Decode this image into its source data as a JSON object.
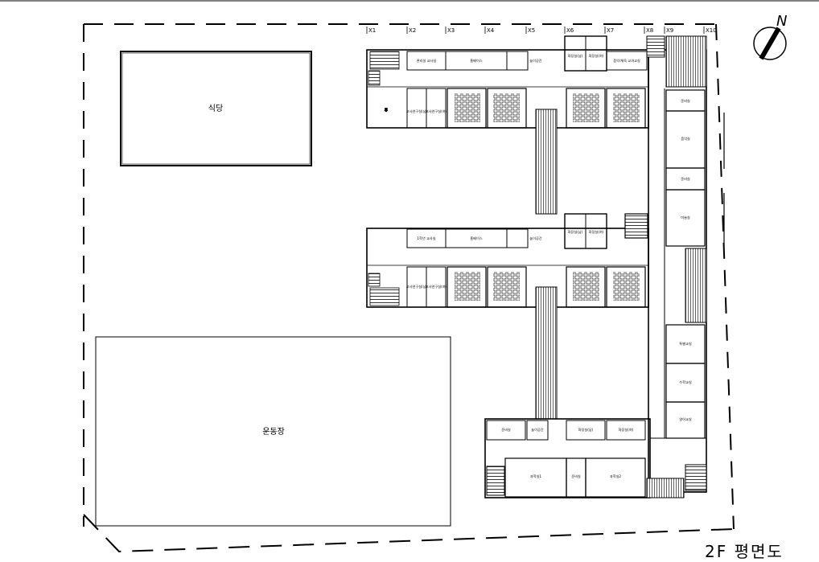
{
  "plan": {
    "title": "2F  평면도",
    "north": "N",
    "axes": [
      "X1",
      "X2",
      "X3",
      "X4",
      "X5",
      "X6",
      "X7",
      "X8",
      "X9",
      "X10"
    ],
    "buildings": {
      "cafeteria": "식당",
      "sports_field": "운동장"
    },
    "rooms": {
      "a_teacher_office": "관리실 교사실",
      "a_mediaspace": "홈베이스",
      "a_lounge": "놀이공간",
      "a_science_m": "화장실(남)",
      "a_science_f": "화장실(여)",
      "a_gradeoffice": "음악/체육 교과교실",
      "a_class_1": "교사연구실(남)",
      "a_class_2": "교사연구실(여)",
      "b_teacher_office": "1학년 교사실",
      "b_mediaspace": "홈베이스",
      "b_lounge": "놀이공간",
      "b_wc_m": "화장실(남)",
      "b_wc_f": "화장실(여)",
      "b_class_1": "교사연구실(남)",
      "b_class_2": "교사연구실(여)",
      "east_1": "준비실",
      "east_2": "음악실",
      "east_3": "준비실",
      "east_4": "미술실",
      "east_5": "특별교실",
      "east_6": "수학교실",
      "east_7": "영어교실",
      "south_1": "준비실",
      "south_2": "놀이공간",
      "south_3": "화장실(남)",
      "south_4": "화장실(여)",
      "south_5": "과학실1",
      "south_6": "준비실",
      "south_7": "과학실2",
      "west_stair_mark": "휴"
    }
  }
}
